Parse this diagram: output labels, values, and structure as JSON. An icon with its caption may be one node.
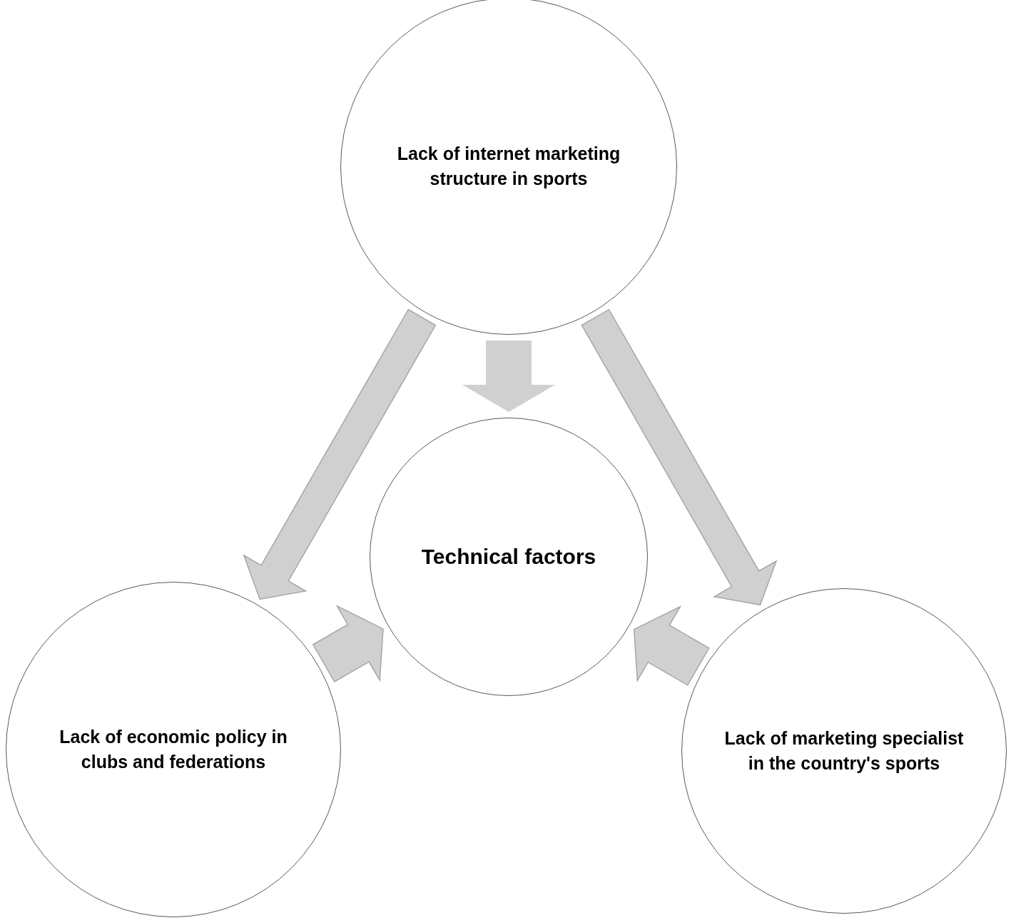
{
  "diagram": {
    "nodes": [
      {
        "text": [
          "Lack of internet marketing structure in sports"
        ]
      },
      {
        "text": [
          "Technical factors"
        ]
      },
      {
        "text": [
          "Lack of economic policy in clubs and federations"
        ]
      },
      {
        "text": [
          "Lack of marketing specialist in the country's sports"
        ]
      }
    ],
    "edges": [
      {
        "from": 0,
        "to": 1,
        "arrow": "to"
      },
      {
        "from": 0,
        "to": 2,
        "arrow": "to"
      },
      {
        "from": 0,
        "to": 3,
        "arrow": "to"
      },
      {
        "from": 2,
        "to": 1,
        "arrow": "to"
      },
      {
        "from": 3,
        "to": 1,
        "arrow": "to"
      }
    ]
  }
}
